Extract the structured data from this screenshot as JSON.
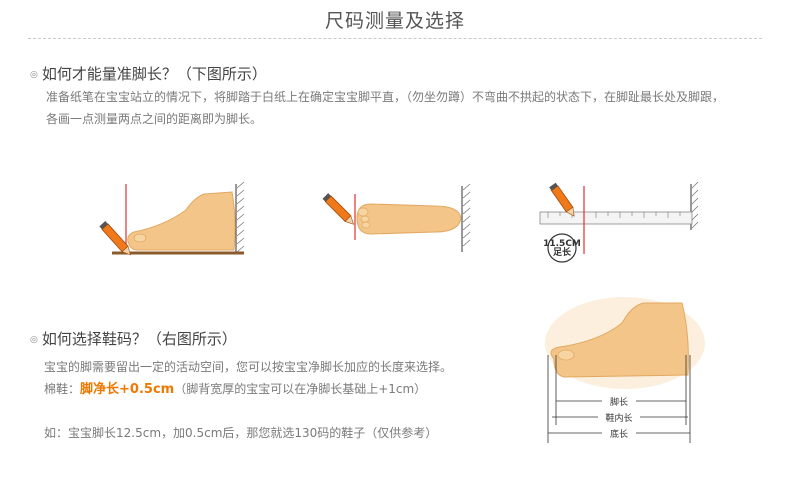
{
  "page_title": "尺码测量及选择",
  "section1": {
    "heading": "如何才能量准脚长？（下图所示）",
    "line1": "准备纸笔在宝宝站立的情况下，将脚踏于白纸上在确定宝宝脚平直，（勿坐勿蹲）不弯曲不拱起的状态下，在脚趾最长处及脚跟，",
    "line2": "各画一点测量两点之间的距离即为脚长。",
    "ruler_badge_top": "11.5CM",
    "ruler_badge_bottom": "足长"
  },
  "section2": {
    "heading": "如何选择鞋码？（右图所示）",
    "line1": "宝宝的脚需要留出一定的活动空间，您可以按宝宝净脚长加应的长度来选择。",
    "line2_prefix": "棉鞋：",
    "line2_highlight": "脚净长+0.5cm",
    "line2_suffix": "（脚背宽厚的宝宝可以在净脚长基础上+1cm）",
    "example": "如：宝宝脚长12.5cm，加0.5cm后，那您就选130码的鞋子（仅供参考）",
    "dim_labels": [
      "脚长",
      "鞋内长",
      "底长"
    ]
  },
  "colors": {
    "foot": "#f3c588",
    "foot_shadow": "#e2a862",
    "pencil": "#f07a1a",
    "red_line": "#e23030",
    "highlight": "#f07800"
  }
}
